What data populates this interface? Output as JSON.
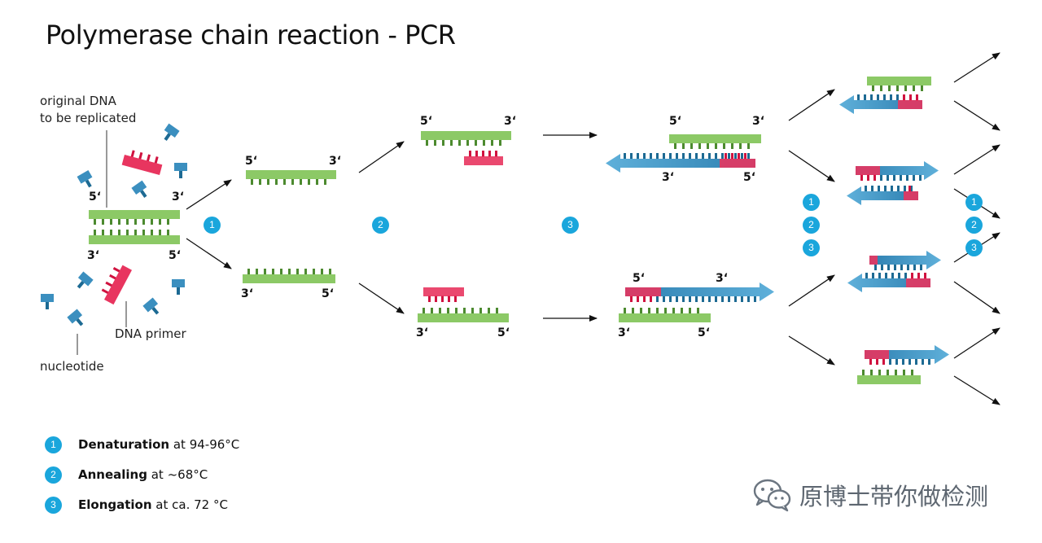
{
  "title": "Polymerase chain reaction - PCR",
  "labels": {
    "original_dna_line1": "original DNA",
    "original_dna_line2": "to be replicated",
    "dna_primer": "DNA primer",
    "nucleotide": "nucleotide"
  },
  "ends": {
    "five": "5‘",
    "three": "3‘"
  },
  "steps": [
    "1",
    "2",
    "3"
  ],
  "legend": [
    {
      "num": "1",
      "bold": "Denaturation",
      "rest": " at 94-96°C"
    },
    {
      "num": "2",
      "bold": "Annealing",
      "rest": " at ~68°C"
    },
    {
      "num": "3",
      "bold": "Elongation",
      "rest": " at ca. 72 °C"
    }
  ],
  "watermark": "原博士带你做检测",
  "colors": {
    "template_green": "#8cc966",
    "tooth_green": "#4c8a2f",
    "primer_red": "#e8355f",
    "nucleotide_blue": "#1d6a93",
    "strand_blue": "#3b8fbf",
    "badge_blue": "#1aa6dc"
  },
  "icons": {
    "arrow": "arrow-icon",
    "nucleotide": "nucleotide-icon",
    "wechat": "wechat-icon"
  }
}
